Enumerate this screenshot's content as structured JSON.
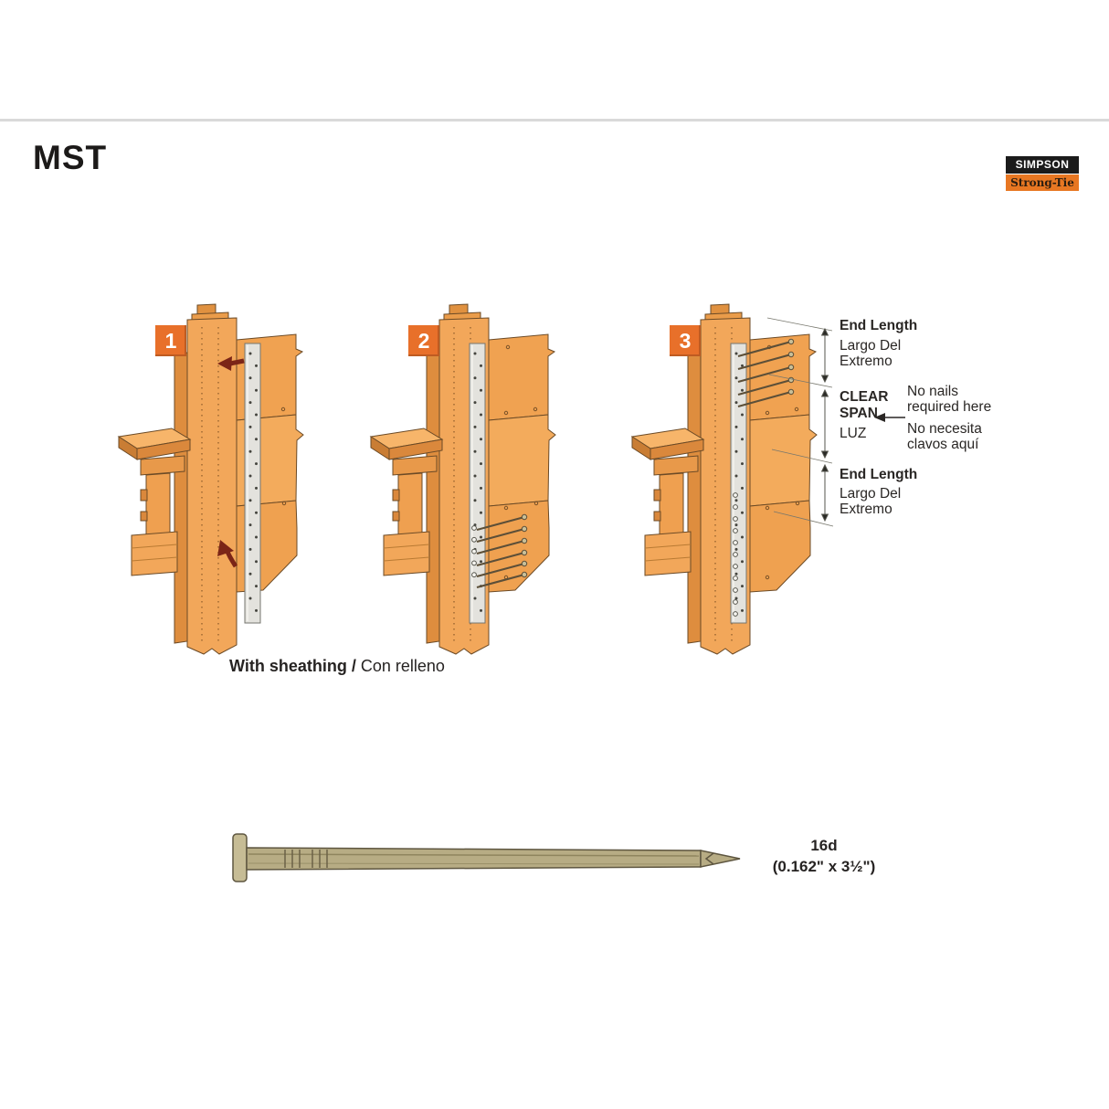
{
  "page": {
    "title": "MST"
  },
  "brand": {
    "name": "SIMPSON",
    "sub": "Strong-Tie"
  },
  "figures": {
    "steps": [
      {
        "number": "1"
      },
      {
        "number": "2"
      },
      {
        "number": "3"
      }
    ],
    "caption_bold": "With sheathing /",
    "caption_regular": " Con relleno"
  },
  "callouts": {
    "end_length_top": {
      "title": "End Length",
      "sub1": "Largo Del",
      "sub2": "Extremo"
    },
    "clear_span": {
      "title1": "CLEAR",
      "title2": "SPAN",
      "sub": "LUZ"
    },
    "no_nails": {
      "line1": "No nails",
      "line2": "required here",
      "line3": "No necesita",
      "line4": "clavos aquí"
    },
    "end_length_bottom": {
      "title": "End Length",
      "sub1": "Largo Del",
      "sub2": "Extremo"
    }
  },
  "fastener": {
    "size": "16d",
    "dimensions": "(0.162\" x 3½\")"
  },
  "colors": {
    "accent_orange": "#e8702a",
    "logo_orange": "#e87722",
    "logo_black": "#1b1b1b",
    "wood_face": "#f2a75a",
    "wood_edge": "#de8d3e",
    "strap_gray": "#e3e2dd",
    "arrow_red": "#7b2517",
    "divider_gray": "#d9d9d9"
  }
}
